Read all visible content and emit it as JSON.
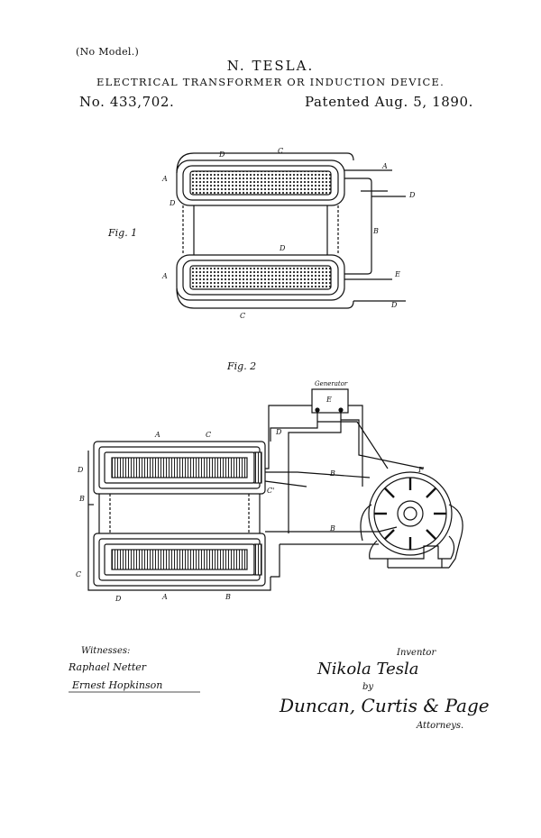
{
  "header": {
    "no_model": "(No Model.)",
    "inventor": "N. TESLA.",
    "title": "ELECTRICAL TRANSFORMER OR INDUCTION DEVICE.",
    "patent_number": "No. 433,702.",
    "patent_date": "Patented Aug. 5, 1890."
  },
  "figures": {
    "fig1_label": "Fig. 1",
    "fig2_label": "Fig. 2",
    "fig1_letters": {
      "A": "A",
      "B": "B",
      "C": "C",
      "D": "D",
      "E": "E"
    },
    "generator_label": "Generator",
    "generator_letter": "E",
    "fig2_F": "F",
    "fig2_C_prime": "C'"
  },
  "signatures": {
    "witnesses_label": "Witnesses:",
    "witness_1": "Raphael Netter",
    "witness_2": "Ernest Hopkinson",
    "inventor_label": "Inventor",
    "inventor_signature": "Nikola Tesla",
    "by": "by",
    "attorneys_signature": "Duncan, Curtis & Page",
    "attorneys_label": "Attorneys."
  },
  "colors": {
    "ink": "#111111",
    "paper": "#ffffff"
  }
}
